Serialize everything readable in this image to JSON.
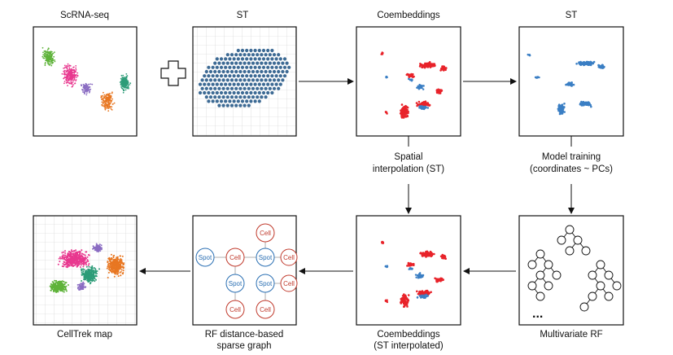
{
  "labels": {
    "scrna": "ScRNA-seq",
    "st_top1": "ST",
    "coemb_top": "Coembeddings",
    "st_top2": "ST",
    "spatial_interp_1": "Spatial",
    "spatial_interp_2": "interpolation (ST)",
    "model_train_1": "Model training",
    "model_train_2": "(coordinates ~ PCs)",
    "celltrek": "CellTrek map",
    "rf_graph_1": "RF distance-based",
    "rf_graph_2": "sparse graph",
    "coemb_bottom_1": "Coembeddings",
    "coemb_bottom_2": "(ST interpolated)",
    "multi_rf": "Multivariate RF",
    "ellipsis": "...",
    "node_spot": "Spot",
    "node_cell": "Cell"
  },
  "colors": {
    "spot_blue": "#2a6fb3",
    "cell_red": "#c0392b",
    "coemb_red": "#e8232a",
    "coemb_blue": "#3b7fc4",
    "st_dot": "#3d6a94",
    "cluster_green": "#5fb33a",
    "cluster_pink": "#e8388f",
    "cluster_purple": "#8a6cc2",
    "cluster_orange": "#e87722",
    "cluster_teal": "#2d9c78"
  },
  "icons": {
    "plus": "plus-icon"
  }
}
